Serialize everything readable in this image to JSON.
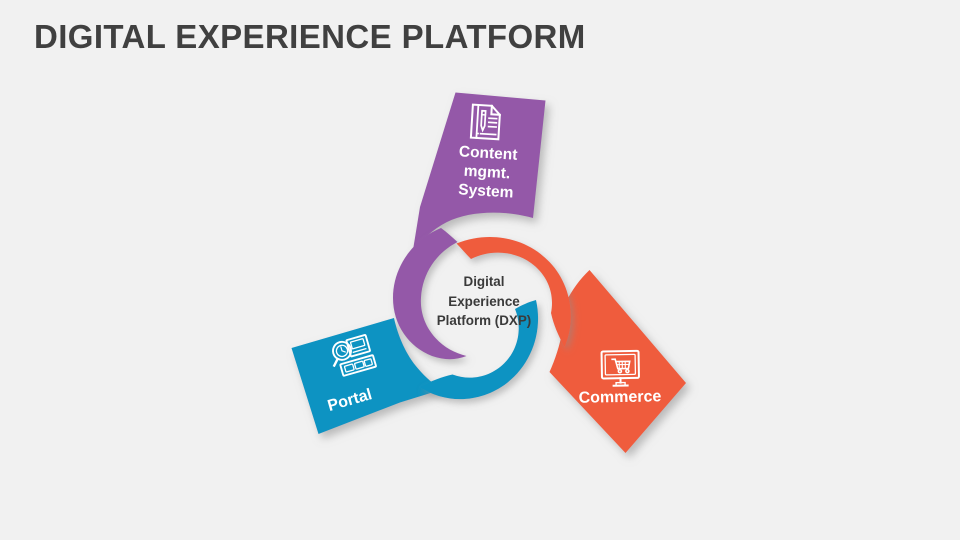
{
  "slide": {
    "title": "DIGITAL EXPERIENCE PLATFORM",
    "background_color": "#f1f1f1",
    "title_color": "#404040"
  },
  "center": {
    "label": "Digital\nExperience\nPlatform (DXP)",
    "text_color": "#3a3a3a"
  },
  "panels": [
    {
      "id": "cms",
      "label": "Content\nmgmt.\nSystem",
      "color": "#9459a8",
      "icon": "document-pen-icon"
    },
    {
      "id": "portal",
      "label": "Portal",
      "color": "#0f93c2",
      "icon": "magnifier-server-icon"
    },
    {
      "id": "commerce",
      "label": "Commerce",
      "color": "#ef5b3e",
      "icon": "monitor-cart-icon"
    }
  ],
  "arcs": [
    {
      "id": "arc-cms",
      "color": "#9459a8"
    },
    {
      "id": "arc-commerce",
      "color": "#ef5b3e"
    },
    {
      "id": "arc-portal",
      "color": "#0f93c2"
    }
  ]
}
